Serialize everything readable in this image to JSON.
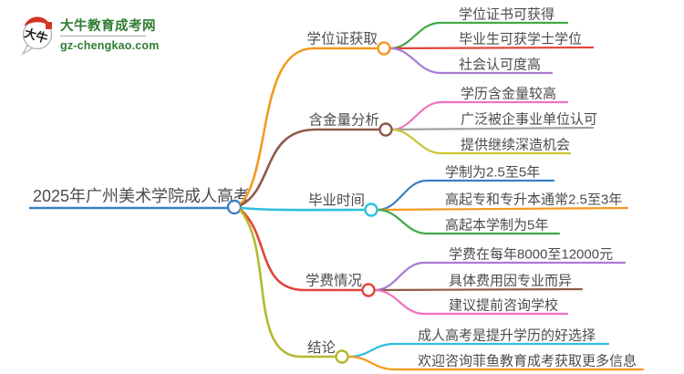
{
  "logo": {
    "bubble_text": "大牛",
    "site_name": "大牛教育成考网",
    "site_url": "gz-chengkao.com",
    "brand_green": "#2e7d32",
    "seal_red": "#d43527",
    "bubble_border": "#b5b5b5",
    "divider_gray": "#aaaaaa"
  },
  "palette": {
    "blue": "#3b7fc4",
    "orange": "#f5991f",
    "brown": "#8d5a4a",
    "cyan": "#2ec0de",
    "red": "#e2453b",
    "olive": "#b4ba2e",
    "green": "#41a847",
    "purple": "#a87ad2",
    "pink": "#ef72bd",
    "gray": "#a2a2a2",
    "yellow": "#c9c42f",
    "text": "#4c4c4c"
  },
  "mindmap": {
    "root": {
      "label": "2025年广州美术学院成人高考"
    },
    "branches": [
      {
        "label": "学位证获取",
        "children": [
          "学位证书可获得",
          "毕业生可获学士学位",
          "社会认可度高"
        ]
      },
      {
        "label": "含金量分析",
        "children": [
          "学历含金量较高",
          "广泛被企事业单位认可",
          "提供继续深造机会"
        ]
      },
      {
        "label": "毕业时间",
        "children": [
          "学制为2.5至5年",
          "高起专和专升本通常2.5至3年",
          "高起本学制为5年"
        ]
      },
      {
        "label": "学费情况",
        "children": [
          "学费在每年8000至12000元",
          "具体费用因专业而异",
          "建议提前咨询学校"
        ]
      },
      {
        "label": "结论",
        "children": [
          "成人高考是提升学历的好选择",
          "欢迎咨询菲鱼教育成考获取更多信息"
        ]
      }
    ]
  }
}
